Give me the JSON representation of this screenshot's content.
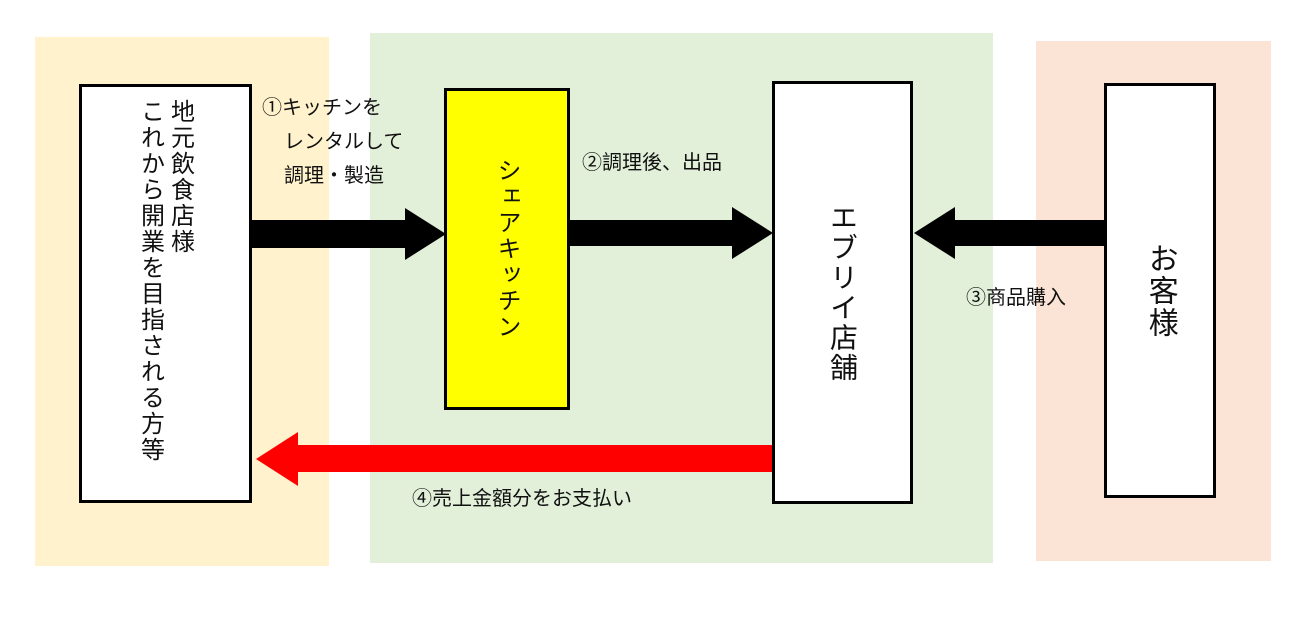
{
  "colors": {
    "zone_left": "#fff2cc",
    "zone_middle": "#e2efd9",
    "zone_right": "#fbe4d5",
    "kitchen_fill": "#ffff00",
    "box_fill": "#ffffff",
    "arrow_black": "#000000",
    "arrow_red": "#ff0000"
  },
  "nodes": {
    "restaurant": {
      "line1": "地元飲食店様",
      "line2": "これから開業を目指される方等"
    },
    "kitchen": {
      "label": "シェアキッチン"
    },
    "store": {
      "label": "エブリイ店舗"
    },
    "customer": {
      "label": "お客様"
    }
  },
  "edges": {
    "e1": {
      "line1": "①キッチンを",
      "line2": "レンタルして",
      "line3": "調理・製造"
    },
    "e2": {
      "label": "②調理後、出品"
    },
    "e3": {
      "label": "③商品購入"
    },
    "e4": {
      "label": "④売上金額分をお支払い"
    }
  }
}
